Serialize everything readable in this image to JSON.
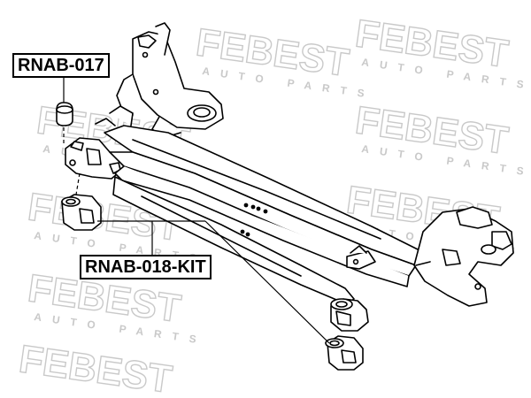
{
  "watermark": {
    "brand": "FEBEST",
    "tagline": "AUTO PARTS",
    "color": "#c9c9c9"
  },
  "labels": {
    "part_017": "RNAB-017",
    "part_018_kit": "RNAB-018-KIT"
  },
  "colors": {
    "line": "#000000",
    "background": "#ffffff"
  }
}
